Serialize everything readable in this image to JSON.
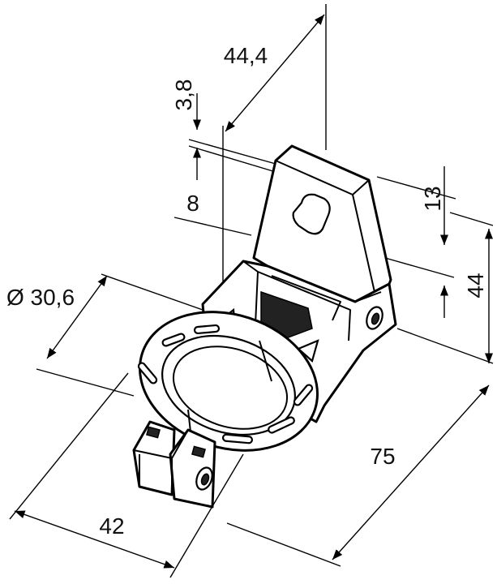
{
  "dimensions": {
    "d_44_4": "44,4",
    "d_3_8": "3,8",
    "d_8": "8",
    "d_13": "13",
    "d_44": "44",
    "d_dia": "Ø 30,6",
    "d_75": "75",
    "d_42": "42"
  }
}
